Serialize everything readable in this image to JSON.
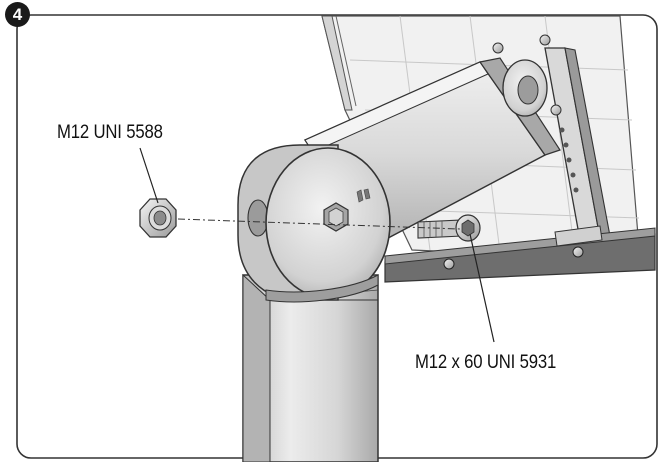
{
  "step": {
    "number": "4"
  },
  "callouts": {
    "nut": "M12 UNI 5588",
    "bolt": "M12 x 60 UNI 5931"
  },
  "colors": {
    "frame": "#333333",
    "metal_light": "#e4e4e4",
    "metal_mid": "#c9c9c9",
    "metal_dark": "#8e8e8e",
    "panel": "#f1f1f1",
    "bracket_dark": "#6e6e6e"
  }
}
